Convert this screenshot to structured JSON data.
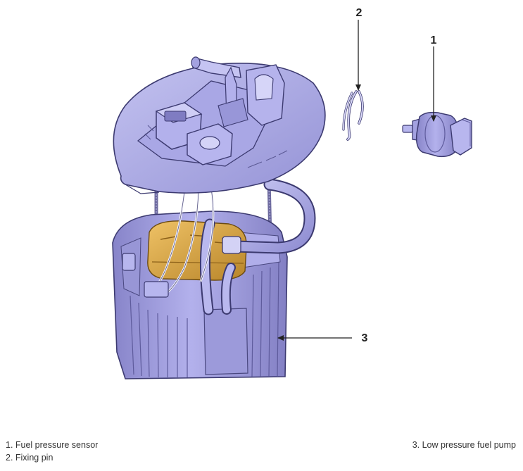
{
  "callouts": [
    {
      "number": "1",
      "label": "Fuel pressure sensor"
    },
    {
      "number": "2",
      "label": "Fixing pin"
    },
    {
      "number": "3",
      "label": "Low pressure fuel pump"
    }
  ],
  "legend": {
    "item1": "1. Fuel pressure sensor",
    "item2": "2. Fixing pin",
    "item3": "3. Low pressure fuel pump"
  },
  "colors": {
    "housing": "#a7a5e3",
    "housing_shadow": "#7f7cc2",
    "outline": "#3c3a70",
    "filter": "#d8a63e",
    "filter_shadow": "#a87a22",
    "arrow": "#222222"
  }
}
